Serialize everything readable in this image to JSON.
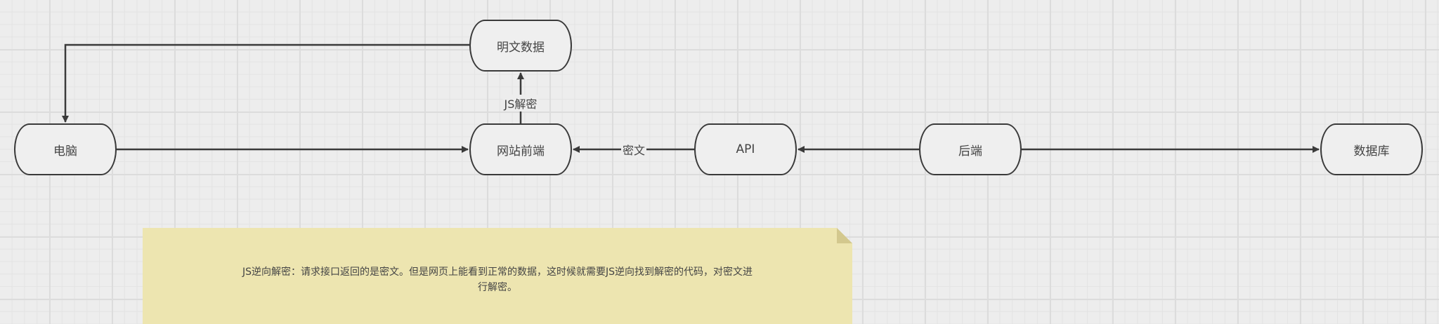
{
  "nodes": {
    "computer": "电脑",
    "frontend": "网站前端",
    "plaintext": "明文数据",
    "api": "API",
    "backend": "后端",
    "database": "数据库"
  },
  "edges": {
    "js_decrypt": "JS解密",
    "ciphertext": "密文"
  },
  "note": {
    "line1": "JS逆向解密：请求接口返回的是密文。但是网页上能看到正常的数据，这时候就需要JS逆向找到解密的代码，对密文进",
    "line2": "行解密。"
  },
  "colors": {
    "note_fill": "#ede5b0",
    "stroke": "#3a3a3a"
  }
}
